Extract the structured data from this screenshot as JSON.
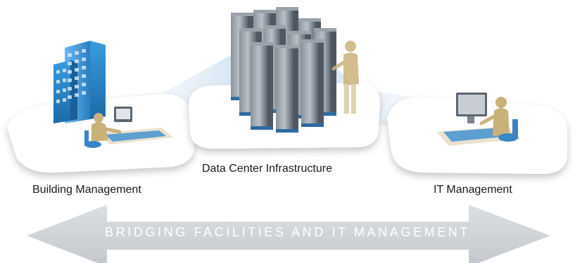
{
  "labels": {
    "building": "Building Management",
    "datacenter": "Data Center Infrastructure",
    "it": "IT Management"
  },
  "banner": {
    "text": "BRIDGING FACILITIES AND IT MANAGEMENT",
    "color": "#cfd3d6"
  },
  "colors": {
    "platform": "#ffffff",
    "beam": "#d4e4f2",
    "building": "#2e86c8",
    "server": "#6f7a86",
    "person": "#c9b27a",
    "desk": "#e7dcc2"
  },
  "icons": [
    "office-building-icon",
    "server-rack-icon",
    "person-at-desk-icon",
    "monitor-icon",
    "technician-icon"
  ]
}
